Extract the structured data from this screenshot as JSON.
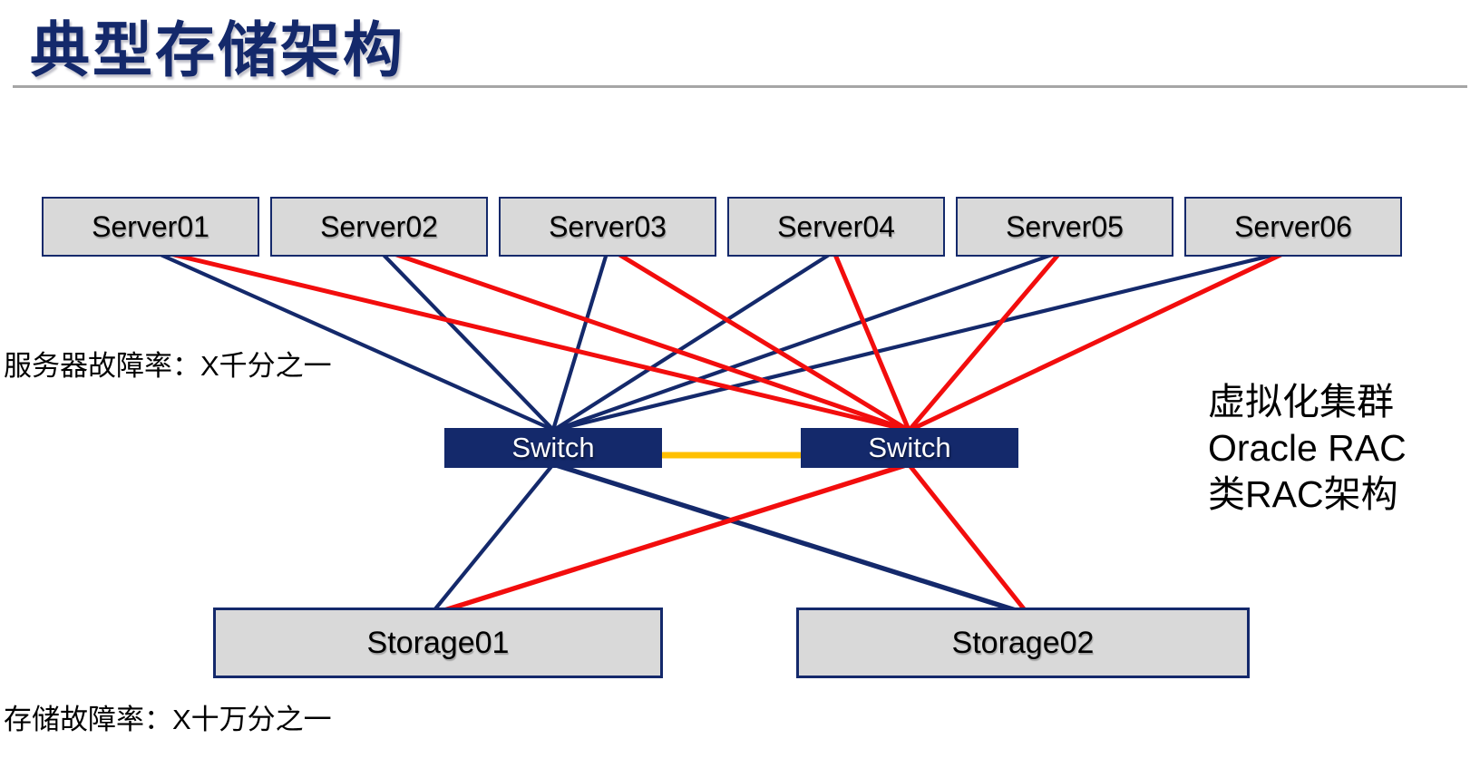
{
  "title": "典型存储架构",
  "servers": [
    "Server01",
    "Server02",
    "Server03",
    "Server04",
    "Server05",
    "Server06"
  ],
  "switches": {
    "left": "Switch",
    "right": "Switch"
  },
  "storages": [
    "Storage01",
    "Storage02"
  ],
  "labels": {
    "server_failure_rate": "服务器故障率：X千分之一",
    "storage_failure_rate": "存储故障率：X十万分之一"
  },
  "annotation": {
    "lines": [
      "虚拟化集群",
      "Oracle RAC",
      "类RAC架构"
    ]
  },
  "colors": {
    "navy": "#14296b",
    "red": "#f20d0d",
    "orange": "#ffc000",
    "box_fill": "#d9d9d9",
    "divider_gray": "#a6a6a6",
    "switch_text": "#ffffff",
    "text_black": "#000000"
  },
  "connections": {
    "server_to_left_switch": "navy",
    "server_to_right_switch": "red",
    "left_switch_to_storage": "navy",
    "right_switch_to_storage": "red",
    "switch_to_switch": "orange"
  }
}
